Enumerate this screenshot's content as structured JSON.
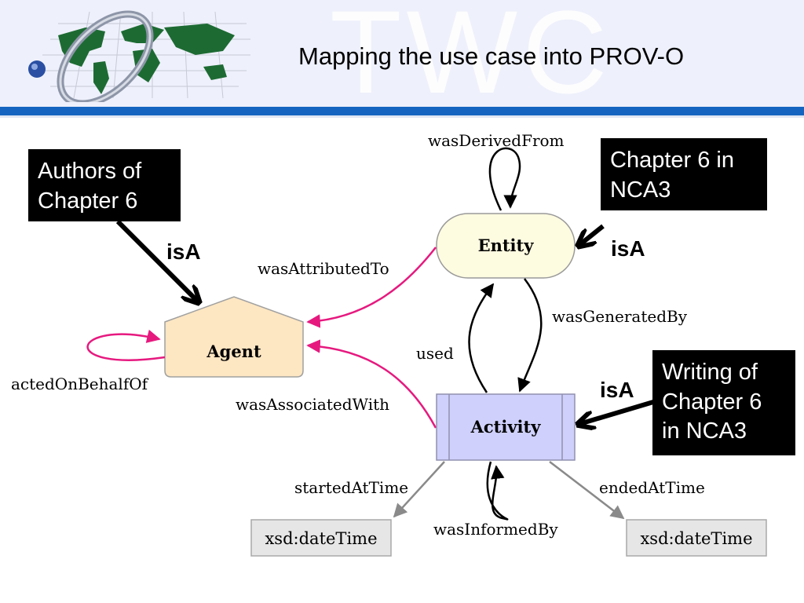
{
  "slide": {
    "title": "Mapping the use case into PROV-O",
    "watermark": "TWC"
  },
  "nodes": {
    "entity": "Entity",
    "agent": "Agent",
    "activity": "Activity",
    "datetime_left": "xsd:dateTime",
    "datetime_right": "xsd:dateTime"
  },
  "edges": {
    "was_derived_from": "wasDerivedFrom",
    "was_attributed_to": "wasAttributedTo",
    "was_generated_by": "wasGeneratedBy",
    "used": "used",
    "acted_on_behalf_of": "actedOnBehalfOf",
    "was_associated_with": "wasAssociatedWith",
    "started_at_time": "startedAtTime",
    "ended_at_time": "endedAtTime",
    "was_informed_by": "wasInformedBy"
  },
  "callouts": {
    "authors": {
      "line1": "Authors of",
      "line2": "Chapter 6"
    },
    "chapter": {
      "line1": "Chapter 6 in",
      "line2": "NCA3"
    },
    "writing": {
      "line1": "Writing of",
      "line2": "Chapter 6",
      "line3": "in NCA3"
    },
    "isa_label": "isA"
  },
  "colors": {
    "header_band": "#1565c0",
    "attribution_edge": "#e6197f",
    "entity_fill": "#fdfbe0",
    "agent_fill": "#fde6c2",
    "activity_fill": "#cfd0fb"
  }
}
